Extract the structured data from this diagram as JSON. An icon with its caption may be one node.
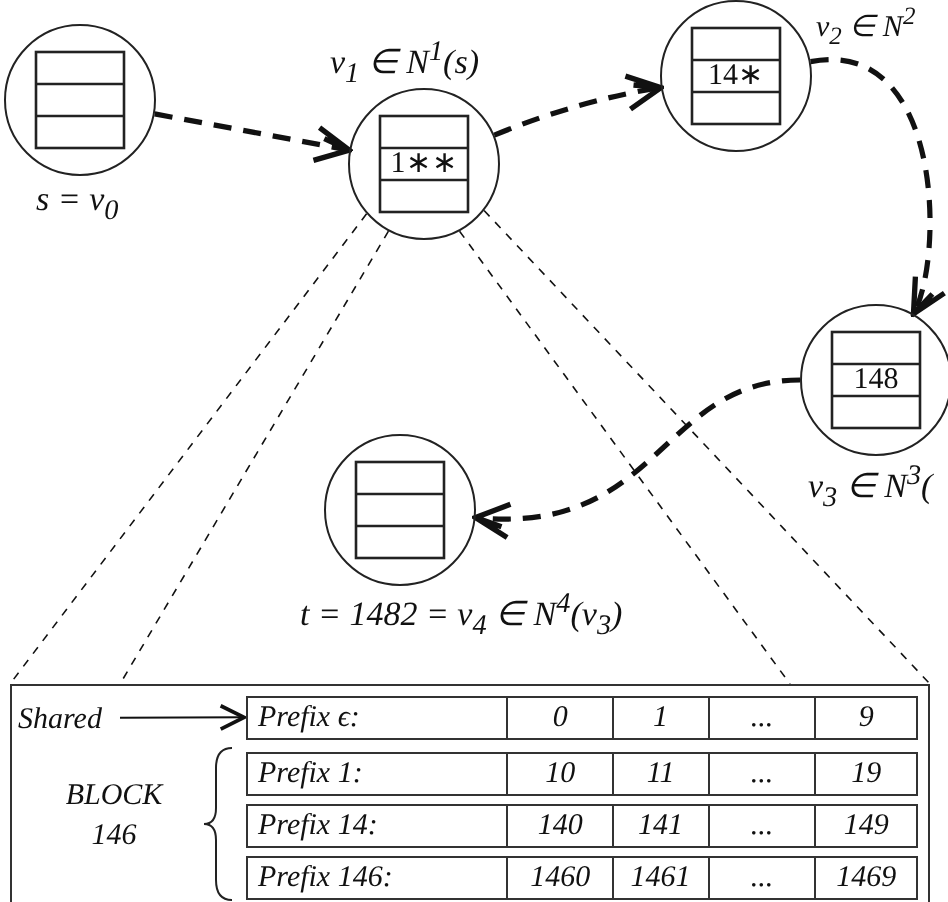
{
  "diagram": {
    "nodes": [
      {
        "text": [],
        "shape": "circle",
        "beside": [
          "s = v$_{0}$"
        ]
      },
      {
        "text": [
          "1∗∗"
        ],
        "beside": [
          "v$_{1}$ ∈ N$^{1}$(s)"
        ]
      },
      {
        "text": [
          "14∗"
        ],
        "beside": [
          "v$_{2}$ ∈ N$^{2}$"
        ]
      },
      {
        "text": [
          "148"
        ],
        "beside": [
          "v$_{3}$ ∈ N$^{3}$("
        ]
      },
      {
        "text": [],
        "shape": "circle",
        "beside": [
          "t = 1482 = v$_{4}$ ∈ N$^{4}$(v$_{3}$)"
        ]
      },
      {
        "text": [],
        "shape": "box"
      },
      {
        "text": [
          "Shared"
        ],
        "in": 5
      },
      {
        "text": [
          "Prefix ϵ:",
          "0",
          "1",
          "...",
          "9"
        ],
        "in": 5
      },
      {
        "text": [
          "Prefix 1:",
          "10",
          "11",
          "...",
          "19"
        ],
        "in": 5
      },
      {
        "text": [
          "Prefix 14:",
          "140",
          "141",
          "...",
          "149"
        ],
        "in": 5
      },
      {
        "text": [
          "Prefix 146:",
          "1460",
          "1461",
          "...",
          "1469"
        ],
        "in": 5
      }
    ],
    "edges": [
      {
        "from": 0,
        "to": 1,
        "arrow": "to",
        "style": "dashed"
      },
      {
        "from": 1,
        "to": 2,
        "arrow": "to",
        "style": "dashed"
      },
      {
        "from": 2,
        "to": 3,
        "arrow": "to",
        "style": "dashed"
      },
      {
        "from": 3,
        "to": 4,
        "arrow": "to",
        "style": "dashed"
      },
      {
        "from": 6,
        "to": 7,
        "arrow": "to"
      },
      {
        "from": 1,
        "to": 5,
        "arrow": "none",
        "style": "dashed"
      },
      {
        "from": 1,
        "to": 5,
        "arrow": "none",
        "style": "dashed"
      },
      {
        "from": 1,
        "to": 5,
        "arrow": "none",
        "style": "dashed"
      },
      {
        "from": 1,
        "to": 5,
        "arrow": "none",
        "style": "dashed"
      }
    ],
    "labels": [
      "BLOCK 146"
    ]
  }
}
